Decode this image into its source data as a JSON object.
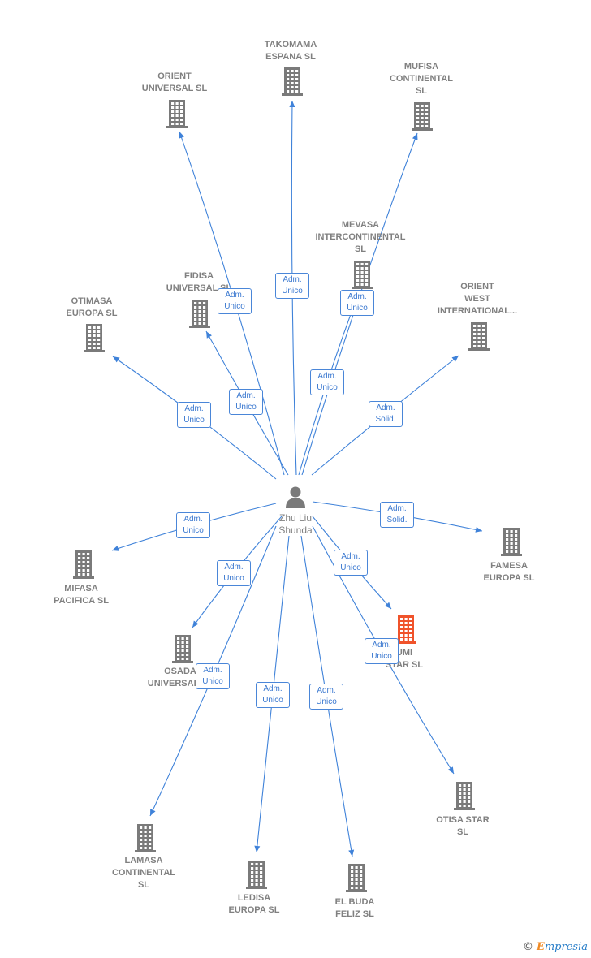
{
  "center": {
    "name": "Zhu Liu\nShunda"
  },
  "nodes": [
    {
      "id": "takomama",
      "label": "TAKOMAMA\nESPANA  SL",
      "highlight": false
    },
    {
      "id": "orient-universal",
      "label": "ORIENT\nUNIVERSAL  SL",
      "highlight": false
    },
    {
      "id": "mufisa",
      "label": "MUFISA\nCONTINENTAL\nSL",
      "highlight": false
    },
    {
      "id": "mevasa",
      "label": "MEVASA\nINTERCONTINENTAL\nSL",
      "highlight": false
    },
    {
      "id": "fidisa",
      "label": "FIDISA\nUNIVERSAL SL",
      "highlight": false
    },
    {
      "id": "otimasa",
      "label": "OTIMASA\nEUROPA  SL",
      "highlight": false
    },
    {
      "id": "orient-west",
      "label": "ORIENT\nWEST\nINTERNATIONAL...",
      "highlight": false
    },
    {
      "id": "famesa",
      "label": "FAMESA\nEUROPA SL",
      "highlight": false
    },
    {
      "id": "mifasa",
      "label": "MIFASA\nPACIFICA  SL",
      "highlight": false
    },
    {
      "id": "osada",
      "label": "OSADA\nUNIVERSAL SL",
      "highlight": false
    },
    {
      "id": "umi-star",
      "label": "UMI\nSTAR  SL",
      "highlight": true
    },
    {
      "id": "otisa-star",
      "label": "OTISA STAR\nSL",
      "highlight": false
    },
    {
      "id": "lamasa",
      "label": "LAMASA\nCONTINENTAL\nSL",
      "highlight": false
    },
    {
      "id": "ledisa",
      "label": "LEDISA\nEUROPA SL",
      "highlight": false
    },
    {
      "id": "el-buda",
      "label": "EL BUDA\nFELIZ  SL",
      "highlight": false
    }
  ],
  "edges": [
    {
      "to": "takomama",
      "label": "Adm.\nUnico"
    },
    {
      "to": "orient-universal",
      "label": "Adm.\nUnico"
    },
    {
      "to": "mufisa",
      "label": "Adm.\nUnico"
    },
    {
      "to": "mevasa",
      "label": "Adm.\nUnico"
    },
    {
      "to": "fidisa",
      "label": "Adm.\nUnico"
    },
    {
      "to": "otimasa",
      "label": "Adm.\nUnico"
    },
    {
      "to": "orient-west",
      "label": "Adm.\nSolid."
    },
    {
      "to": "famesa",
      "label": "Adm.\nSolid."
    },
    {
      "to": "mifasa",
      "label": "Adm.\nUnico"
    },
    {
      "to": "osada",
      "label": "Adm.\nUnico"
    },
    {
      "to": "umi-star",
      "label": "Adm.\nUnico"
    },
    {
      "to": "otisa-star",
      "label": "Adm.\nUnico"
    },
    {
      "to": "lamasa",
      "label": "Adm.\nUnico"
    },
    {
      "to": "ledisa",
      "label": "Adm.\nUnico"
    },
    {
      "to": "el-buda",
      "label": "Adm.\nUnico"
    }
  ],
  "colors": {
    "edge": "#3f82d9",
    "building": "#7a7a7a",
    "highlight": "#f0532b",
    "person": "#7a7a7a"
  },
  "footer": {
    "copyright": "©",
    "brand_first": "E",
    "brand_rest": "mpresia"
  }
}
